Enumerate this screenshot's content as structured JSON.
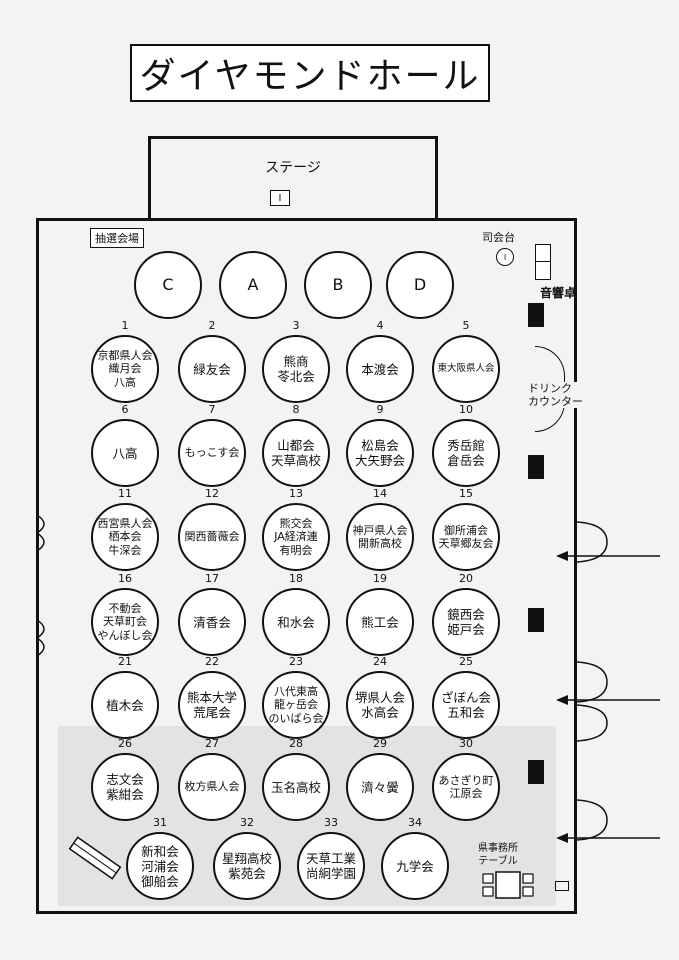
{
  "title": "ダイヤモンドホール",
  "labels": {
    "stage": "ステージ",
    "podium": "I",
    "lottery_area": "抽選会場",
    "mc_stand": "司会台",
    "mc_mic": "I",
    "sound_desk": "音響卓",
    "drink_counter_1": "ドリンク",
    "drink_counter_2": "カウンター",
    "office_table_1": "県事務所",
    "office_table_2": "テーブル"
  },
  "lettered_tables": [
    {
      "letter": "C"
    },
    {
      "letter": "A"
    },
    {
      "letter": "B"
    },
    {
      "letter": "D"
    }
  ],
  "tables": [
    {
      "num": "1",
      "lines": [
        "京都県人会",
        "織月会",
        "八高"
      ]
    },
    {
      "num": "2",
      "lines": [
        "緑友会"
      ]
    },
    {
      "num": "3",
      "lines": [
        "熊商",
        "苓北会"
      ]
    },
    {
      "num": "4",
      "lines": [
        "本渡会"
      ]
    },
    {
      "num": "5",
      "lines": [
        "東大阪県人会"
      ]
    },
    {
      "num": "6",
      "lines": [
        "八高"
      ]
    },
    {
      "num": "7",
      "lines": [
        "もっこす会"
      ]
    },
    {
      "num": "8",
      "lines": [
        "山都会",
        "天草高校"
      ]
    },
    {
      "num": "9",
      "lines": [
        "松島会",
        "大矢野会"
      ]
    },
    {
      "num": "10",
      "lines": [
        "秀岳館",
        "倉岳会"
      ]
    },
    {
      "num": "11",
      "lines": [
        "西宮県人会",
        "栖本会",
        "牛深会"
      ]
    },
    {
      "num": "12",
      "lines": [
        "関西薔薇会"
      ]
    },
    {
      "num": "13",
      "lines": [
        "熊交会",
        "JA経済連",
        "有明会"
      ]
    },
    {
      "num": "14",
      "lines": [
        "神戸県人会",
        "開新高校"
      ]
    },
    {
      "num": "15",
      "lines": [
        "御所浦会",
        "天草郷友会"
      ]
    },
    {
      "num": "16",
      "lines": [
        "不動会",
        "天草町会",
        "やんぼし会"
      ]
    },
    {
      "num": "17",
      "lines": [
        "清香会"
      ]
    },
    {
      "num": "18",
      "lines": [
        "和水会"
      ]
    },
    {
      "num": "19",
      "lines": [
        "熊工会"
      ]
    },
    {
      "num": "20",
      "lines": [
        "鏡西会",
        "姫戸会"
      ]
    },
    {
      "num": "21",
      "lines": [
        "植木会"
      ]
    },
    {
      "num": "22",
      "lines": [
        "熊本大学",
        "荒尾会"
      ]
    },
    {
      "num": "23",
      "lines": [
        "八代東高",
        "龍ヶ岳会",
        "のいばら会"
      ]
    },
    {
      "num": "24",
      "lines": [
        "堺県人会",
        "水高会"
      ]
    },
    {
      "num": "25",
      "lines": [
        "ざぼん会",
        "五和会"
      ]
    },
    {
      "num": "26",
      "lines": [
        "志文会",
        "紫紺会"
      ]
    },
    {
      "num": "27",
      "lines": [
        "枚方県人会"
      ]
    },
    {
      "num": "28",
      "lines": [
        "玉名高校"
      ]
    },
    {
      "num": "29",
      "lines": [
        "濟々黌"
      ]
    },
    {
      "num": "30",
      "lines": [
        "あさぎり町",
        "江原会"
      ]
    },
    {
      "num": "31",
      "lines": [
        "新和会",
        "河浦会",
        "御船会"
      ]
    },
    {
      "num": "32",
      "lines": [
        "星翔高校",
        "紫苑会"
      ]
    },
    {
      "num": "33",
      "lines": [
        "天草工業",
        "尚絅学園"
      ]
    },
    {
      "num": "34",
      "lines": [
        "九学会"
      ]
    }
  ]
}
